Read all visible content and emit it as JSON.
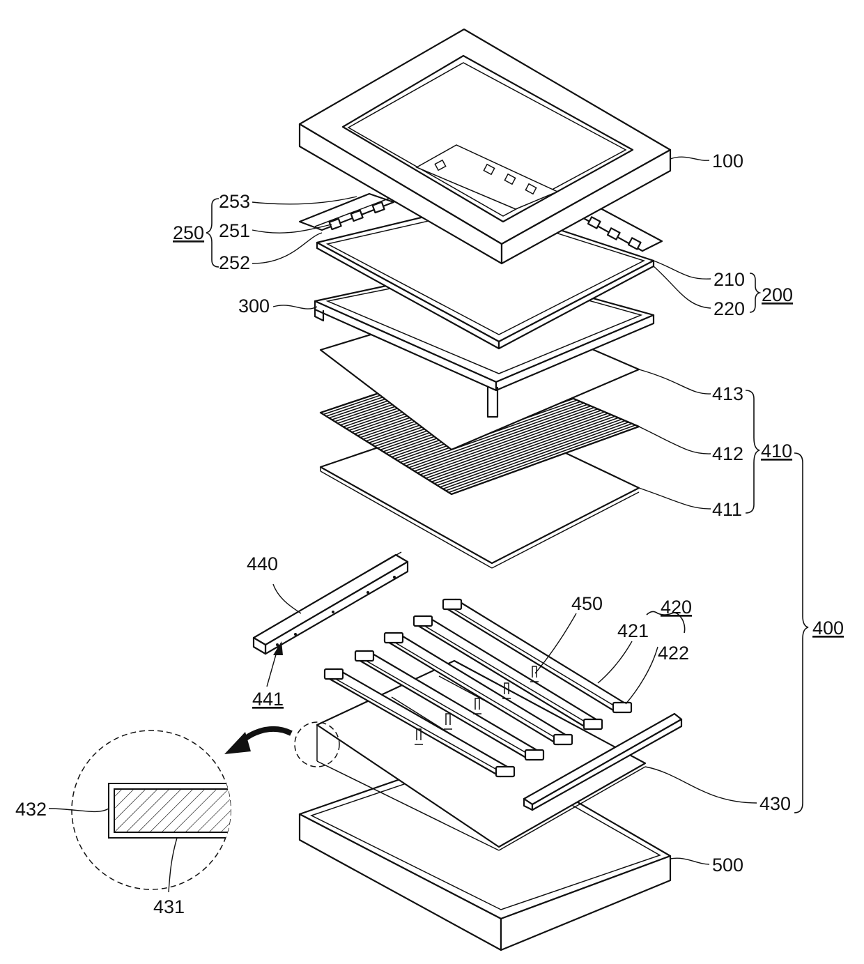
{
  "labels": {
    "l100": "100",
    "l200": "200",
    "l210": "210",
    "l220": "220",
    "l250": "250",
    "l251": "251",
    "l252": "252",
    "l253": "253",
    "l300": "300",
    "l400": "400",
    "l410": "410",
    "l411": "411",
    "l412": "412",
    "l413": "413",
    "l420": "420",
    "l421": "421",
    "l422": "422",
    "l430": "430",
    "l431": "431",
    "l432": "432",
    "l440": "440",
    "l441": "441",
    "l450": "450",
    "l500": "500"
  }
}
